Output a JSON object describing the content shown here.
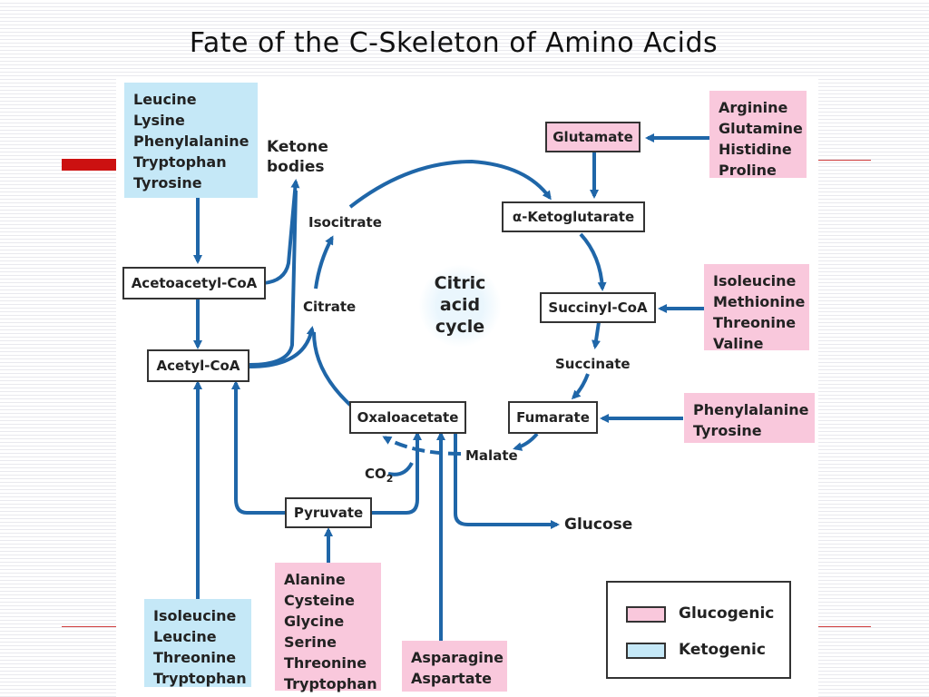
{
  "title": "Fate of the C-Skeleton of Amino Acids",
  "colors": {
    "arrow": "#1f66a8",
    "glucogenic": "#f9c8dc",
    "ketogenic": "#c5e8f7"
  },
  "nodes": {
    "glutamate": "Glutamate",
    "alpha_ketoglutarate": "α-Ketoglutarate",
    "succinyl_coa": "Succinyl-CoA",
    "fumarate": "Fumarate",
    "oxaloacetate": "Oxaloacetate",
    "pyruvate": "Pyruvate",
    "acetoacetyl_coa": "Acetoacetyl-CoA",
    "acetyl_coa": "Acetyl-CoA"
  },
  "labels": {
    "ketone_bodies": [
      "Ketone",
      "bodies"
    ],
    "isocitrate": "Isocitrate",
    "citrate": "Citrate",
    "succinate": "Succinate",
    "malate": "Malate",
    "co2": "CO",
    "co2_sub": "2",
    "glucose": "Glucose",
    "cycle": [
      "Citric",
      "acid",
      "cycle"
    ]
  },
  "amino_groups": {
    "top_left": [
      "Leucine",
      "Lysine",
      "Phenylalanine",
      "Tryptophan",
      "Tyrosine"
    ],
    "top_right": [
      "Arginine",
      "Glutamine",
      "Histidine",
      "Proline"
    ],
    "mid_right": [
      "Isoleucine",
      "Methionine",
      "Threonine",
      "Valine"
    ],
    "fumarate_right": [
      "Phenylalanine",
      "Tyrosine"
    ],
    "bottom_left": [
      "Isoleucine",
      "Leucine",
      "Threonine",
      "Tryptophan"
    ],
    "pyruvate_group": [
      "Alanine",
      "Cysteine",
      "Glycine",
      "Serine",
      "Threonine",
      "Tryptophan"
    ],
    "asp_group": [
      "Asparagine",
      "Aspartate"
    ]
  },
  "legend": {
    "glucogenic": "Glucogenic",
    "ketogenic": "Ketogenic"
  }
}
